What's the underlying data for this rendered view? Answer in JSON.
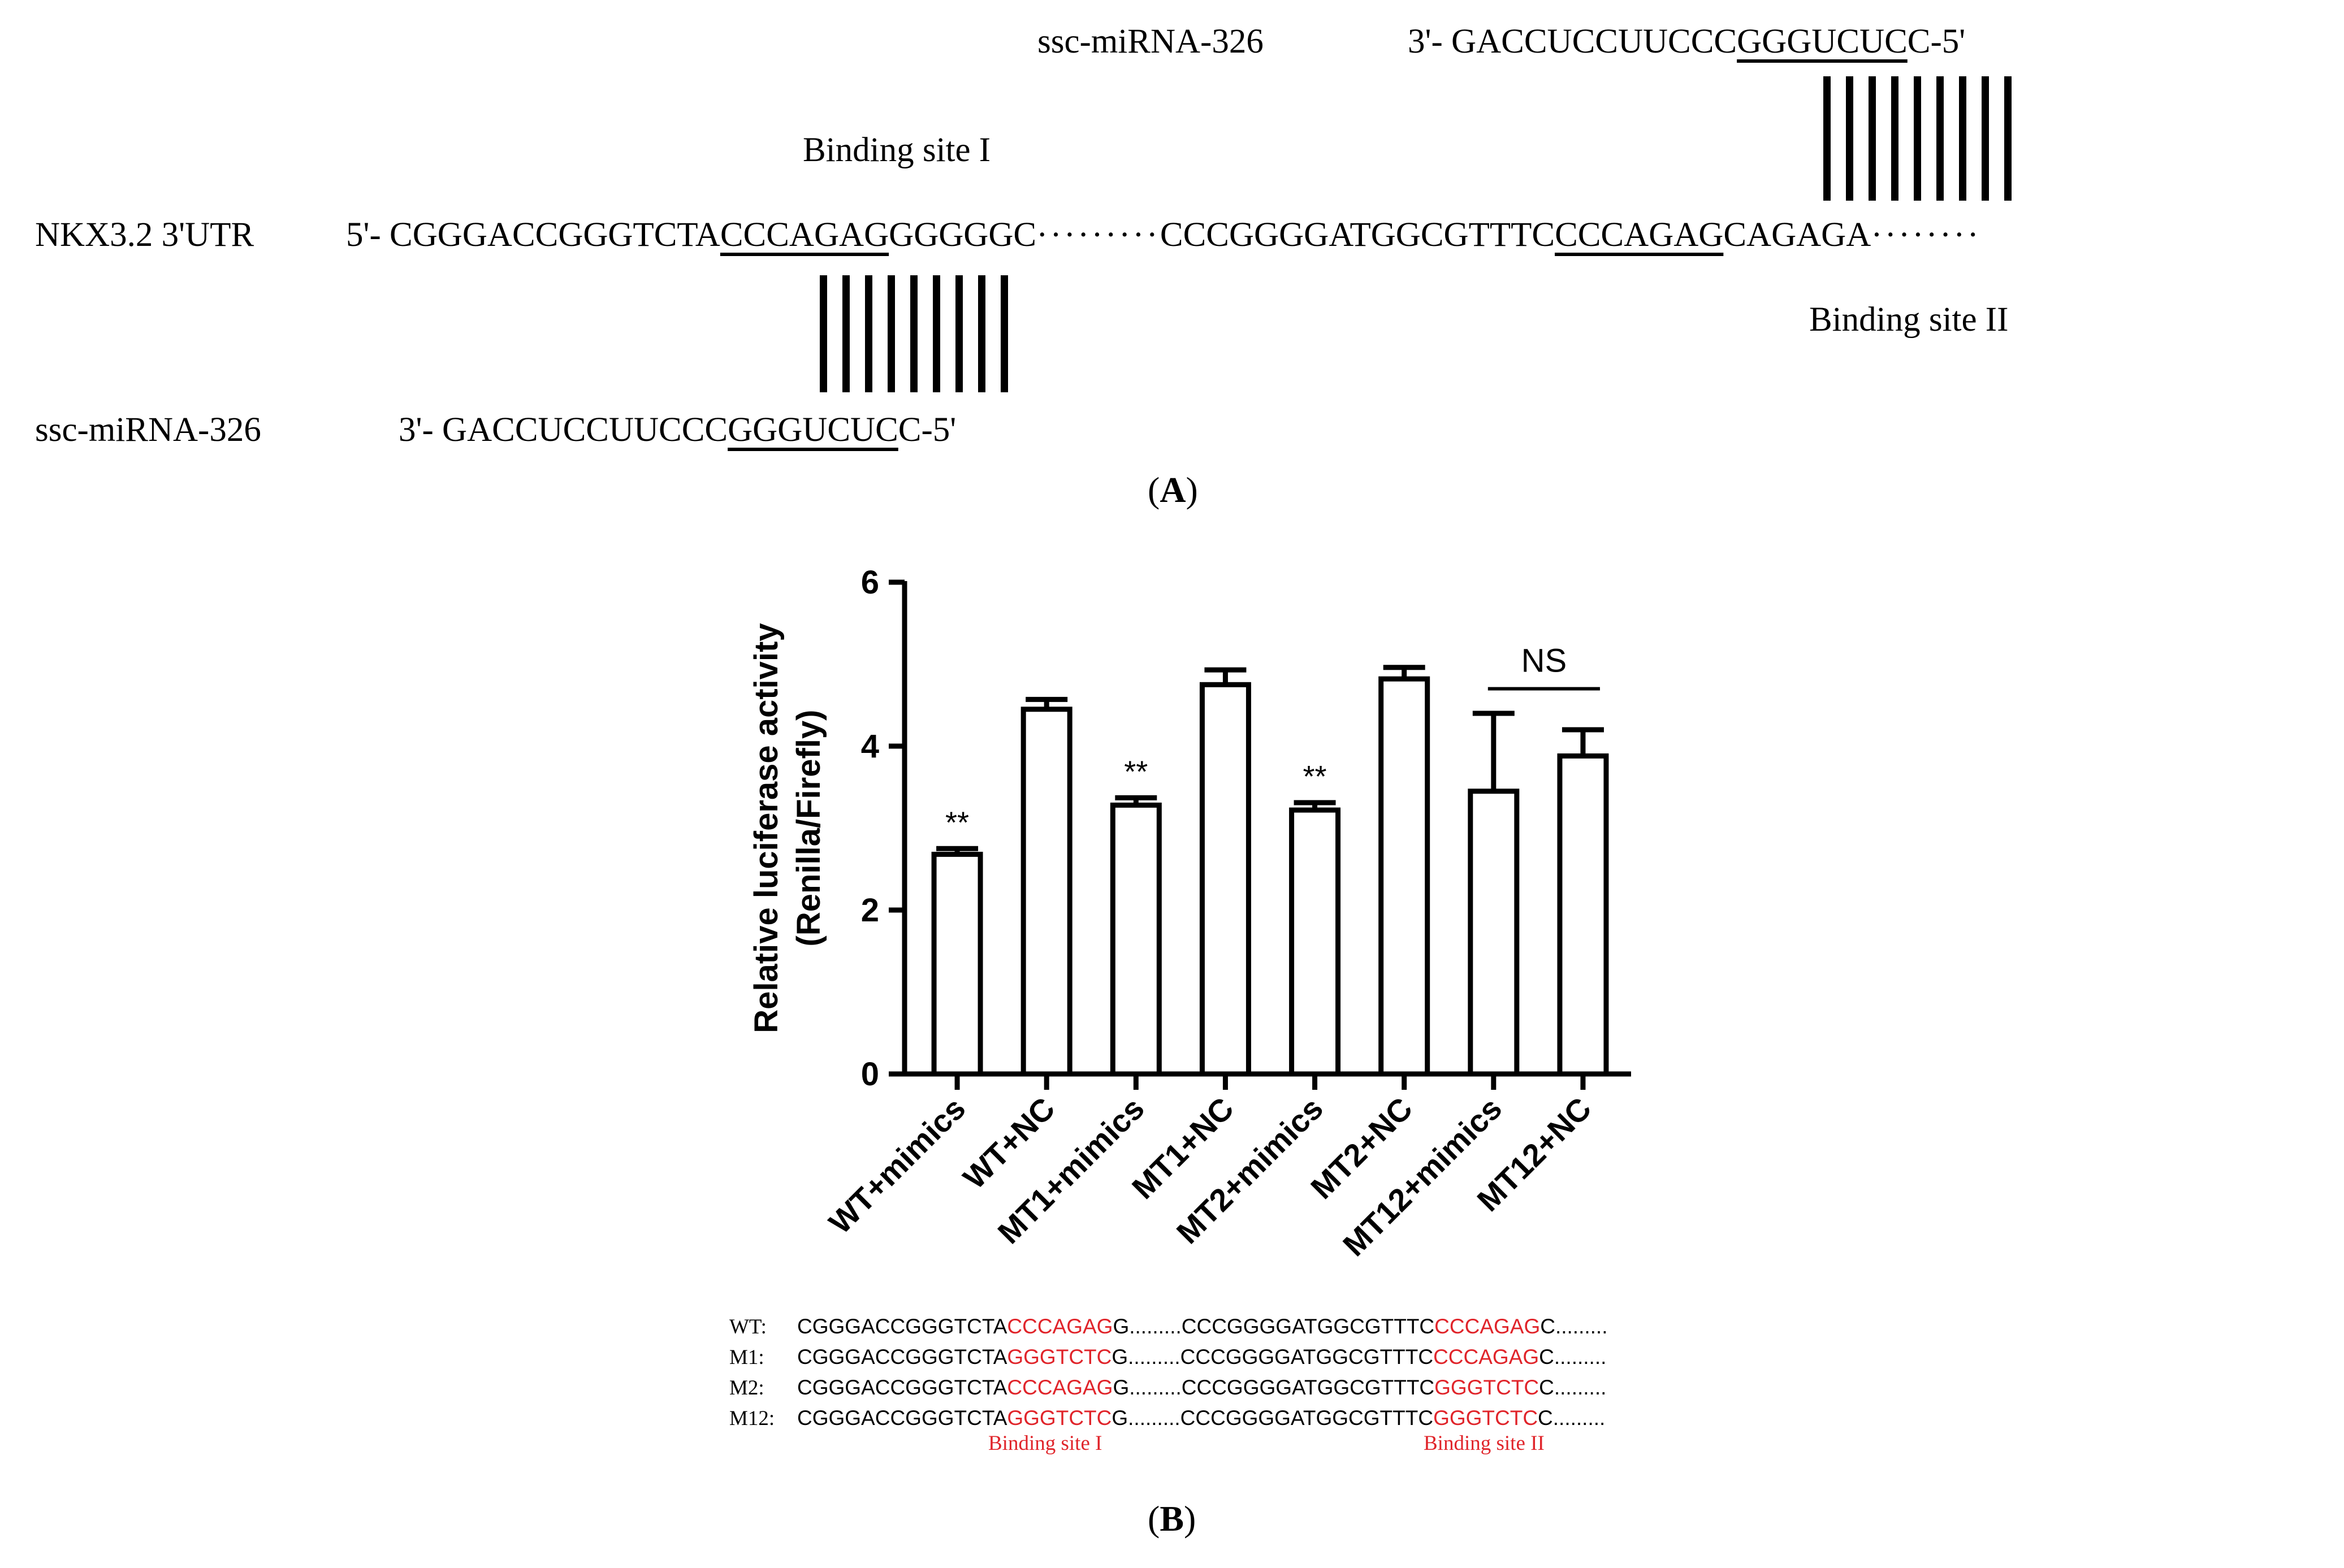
{
  "panelA": {
    "label": "A",
    "top_mirna_name": "ssc-miRNA-326",
    "top_mirna_seq_prefix": "3'- GACCUCCUUCCC",
    "top_mirna_seq_seed": "GGGUCUC",
    "top_mirna_seq_suffix": "C-5'",
    "binding_site_1": "Binding site I",
    "utr_name": "NKX3.2 3'UTR",
    "utr_seq_part1": "5'- CGGGACCGGGTCTA",
    "utr_seed1": "CCCAGAG",
    "utr_seq_part2": "GGGGGC",
    "utr_dots1": "·········",
    "utr_seq_part3": "CCCGGGGATGGCGTTTC",
    "utr_seed2": "CCCAGAG",
    "utr_seq_part4": "CAGAGA",
    "utr_dots2": "········",
    "binding_site_2": "Binding site II",
    "bottom_mirna_name": "ssc-miRNA-326",
    "bottom_mirna_seq_prefix": "3'- GACCUCCUUCCC",
    "bottom_mirna_seq_seed": "GGGUCUC",
    "bottom_mirna_seq_suffix": "C-5'"
  },
  "panelB": {
    "label": "B",
    "seq_rows": [
      {
        "name": "WT:",
        "a": "CGGGACCGGGTCTA",
        "m1": "CCCAGAG",
        "b": "G.........CCCGGGGATGGCGTTTC",
        "m2": "CCCAGAG",
        "c": "C........."
      },
      {
        "name": "M1:",
        "a": "CGGGACCGGGTCTA",
        "m1": "GGGTCTC",
        "b": "G.........CCCGGGGATGGCGTTTC",
        "m2": "CCCAGAG",
        "c": "C........."
      },
      {
        "name": "M2:",
        "a": "CGGGACCGGGTCTA",
        "m1": "CCCAGAG",
        "b": "G.........CCCGGGGATGGCGTTTC",
        "m2": "GGGTCTC",
        "c": "C........."
      },
      {
        "name": "M12:",
        "a": "CGGGACCGGGTCTA",
        "m1": "GGGTCTC",
        "b": "G.........CCCGGGGATGGCGTTTC",
        "m2": "GGGTCTC",
        "c": "C........."
      }
    ],
    "site_label_1": "Binding site I",
    "site_label_2": "Binding site II"
  },
  "colors": {
    "bar_fill": "#ffffff",
    "axis": "#000000",
    "highlight": "#e0242a"
  },
  "chart_data": {
    "type": "bar",
    "ylabel_line1": "Relative luciferase activity",
    "ylabel_line2": "(Renilla/Firefly)",
    "xlabel": "",
    "ylim": [
      0,
      6
    ],
    "yticks": [
      "0",
      "2",
      "4",
      "6"
    ],
    "categories": [
      "WT+mimics",
      "WT+NC",
      "MT1+mimics",
      "MT1+NC",
      "MT2+mimics",
      "MT2+NC",
      "MT12+mimics",
      "MT12+NC"
    ],
    "values": [
      2.68,
      4.45,
      3.28,
      4.75,
      3.22,
      4.82,
      3.45,
      3.88
    ],
    "errors": [
      0.07,
      0.12,
      0.09,
      0.18,
      0.09,
      0.14,
      0.95,
      0.32
    ],
    "significance": [
      "**",
      "",
      "**",
      "",
      "**",
      "",
      "",
      ""
    ],
    "bracket": {
      "from": 6,
      "to": 7,
      "label": "NS"
    },
    "grid": false
  }
}
